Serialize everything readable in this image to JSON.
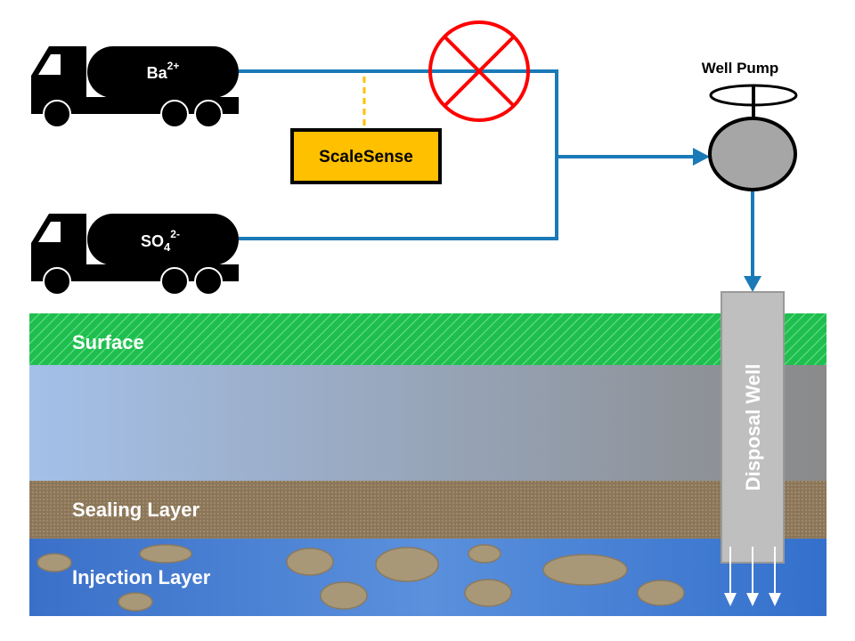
{
  "trucks": [
    {
      "ion": "Ba",
      "sup": "2+",
      "sub": ""
    },
    {
      "ion": "SO",
      "sup": "2-",
      "sub": "4"
    }
  ],
  "sensor": {
    "label": "ScaleSense"
  },
  "pump": {
    "label": "Well Pump"
  },
  "well": {
    "label": "Disposal Well"
  },
  "layers": {
    "surface": "Surface",
    "sealing": "Sealing Layer",
    "injection": "Injection Layer"
  },
  "colors": {
    "pipe": "#1a7ab8",
    "blocked": "#ff0000",
    "sensor": "#ffc000",
    "surface": "#1fbf4f",
    "sealing": "#8b7659",
    "injection": "#3a73cc",
    "well": "#bfbfbf"
  }
}
